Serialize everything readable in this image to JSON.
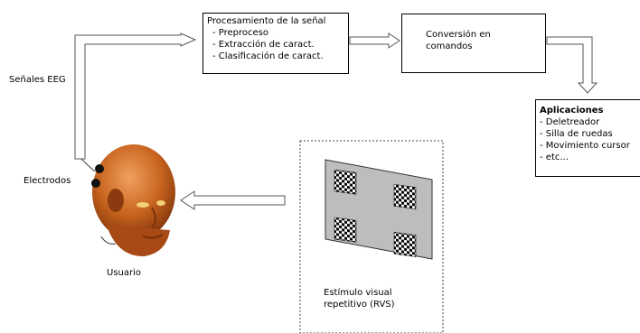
{
  "labels": {
    "eeg_signals": "Señales EEG",
    "electrodes": "Electrodos",
    "user": "Usuario"
  },
  "processing": {
    "title": "Procesamiento de la señal",
    "items": [
      "- Preproceso",
      "- Extracción de caract.",
      "- Clasificación de caract."
    ]
  },
  "conversion": {
    "lines": [
      "Conversión en",
      "comandos"
    ]
  },
  "applications": {
    "title": "Aplicaciones",
    "items": [
      "- Deletreador",
      "- Silla de ruedas",
      "- Movimiento cursor",
      "- etc..."
    ]
  },
  "stimulus": {
    "lines": [
      "Estímulo visual",
      "repetitivo (RVS)"
    ]
  },
  "colors": {
    "head_skin": "#c8641e",
    "head_shadow": "#8a3a0e",
    "electrode": "#111111",
    "panel_gray": "#bdbdbd",
    "arrow_outline": "#333333"
  }
}
